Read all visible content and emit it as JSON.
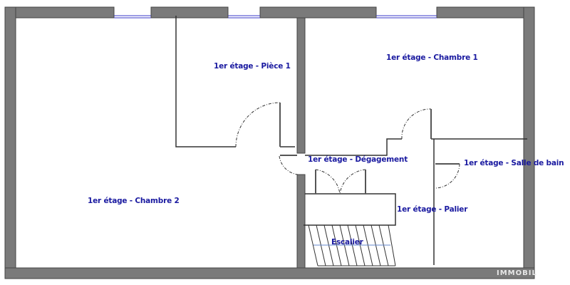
{
  "floor_plan": {
    "rooms": [
      {
        "id": "chambre2",
        "label": "1er étage - Chambre 2"
      },
      {
        "id": "piece1",
        "label": "1er étage - Pièce 1"
      },
      {
        "id": "chambre1",
        "label": "1er étage - Chambre 1"
      },
      {
        "id": "degagement",
        "label": "1er étage - Dégagement"
      },
      {
        "id": "sdb",
        "label": "1er étage - Salle de bain"
      },
      {
        "id": "palier",
        "label": "1er étage - Palier"
      },
      {
        "id": "escalier",
        "label": "Escalier"
      }
    ],
    "watermark": "IMMOBIL",
    "colors": {
      "wall": "#7a7a7a",
      "wall_edge": "#444444",
      "label": "#1a1aa0",
      "window": "#3a3ac8"
    }
  }
}
